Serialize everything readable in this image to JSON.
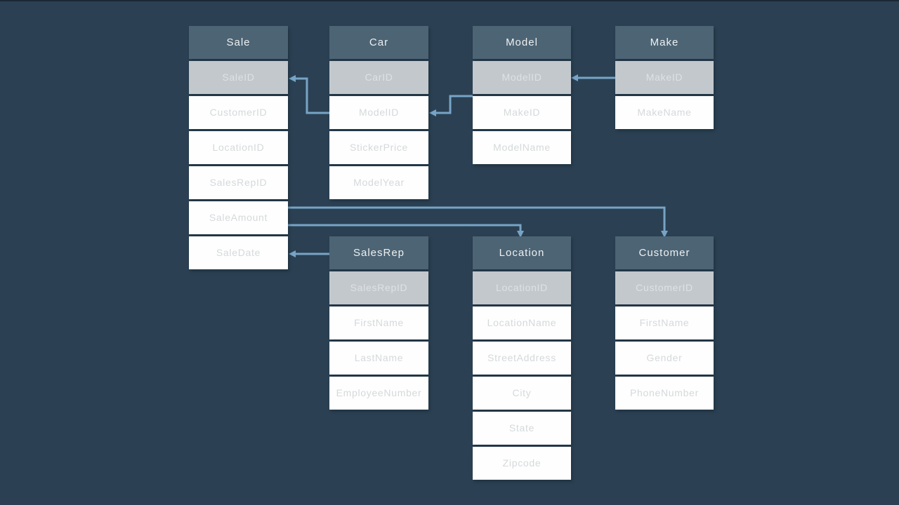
{
  "diagram": {
    "type": "entity-relationship-schema",
    "colors": {
      "background": "#2b4153",
      "table_header": "#4d6474",
      "primary_key_row": "#c3c8cd",
      "attribute_row": "#fefefe",
      "connector_line": "#77a4c6",
      "header_text": "#edf1f2",
      "attribute_text": "#d5d9db"
    },
    "tables": [
      {
        "name": "Sale",
        "primary_key": "SaleID",
        "fields": [
          "SaleID",
          "CustomerID",
          "LocationID",
          "SalesRepID",
          "SaleAmount",
          "SaleDate"
        ]
      },
      {
        "name": "Car",
        "primary_key": "CarID",
        "fields": [
          "CarID",
          "ModelID",
          "StickerPrice",
          "ModelYear"
        ]
      },
      {
        "name": "Model",
        "primary_key": "ModelID",
        "fields": [
          "ModelID",
          "MakeID",
          "ModelName"
        ]
      },
      {
        "name": "Make",
        "primary_key": "MakeID",
        "fields": [
          "MakeID",
          "MakeName"
        ]
      },
      {
        "name": "SalesRep",
        "primary_key": "SalesRepID",
        "fields": [
          "SalesRepID",
          "FirstName",
          "LastName",
          "EmployeeNumber"
        ]
      },
      {
        "name": "Location",
        "primary_key": "LocationID",
        "fields": [
          "LocationID",
          "LocationName",
          "StreetAddress",
          "City",
          "State",
          "Zipcode"
        ]
      },
      {
        "name": "Customer",
        "primary_key": "CustomerID",
        "fields": [
          "CustomerID",
          "FirstName",
          "Gender",
          "PhoneNumber"
        ]
      }
    ],
    "relationships": [
      {
        "from_table": "Sale",
        "from_anchor": "SaleID row, right edge",
        "to_table": "Car",
        "to_anchor": "ModelID row, left edge",
        "arrow_at": "Sale"
      },
      {
        "from_table": "Car",
        "from_anchor": "ModelID row, right edge",
        "to_table": "Model",
        "to_anchor": "left edge below ModelID",
        "arrow_at": "Car"
      },
      {
        "from_table": "Model",
        "from_anchor": "ModelID row, right edge",
        "to_table": "Make",
        "to_anchor": "MakeID row, left edge",
        "arrow_at": "Model"
      },
      {
        "from_table": "Sale",
        "from_anchor": "SaleAmount row, right edge",
        "to_table": "Customer",
        "to_anchor": "top of header",
        "arrow_at": "Customer"
      },
      {
        "from_table": "Sale",
        "from_anchor": "SaleAmount row, right edge",
        "to_table": "Location",
        "to_anchor": "top of header",
        "arrow_at": "Location"
      },
      {
        "from_table": "Sale",
        "from_anchor": "SaleDate row, right edge",
        "to_table": "SalesRep",
        "to_anchor": "header, left edge",
        "arrow_at": "Sale"
      }
    ]
  }
}
